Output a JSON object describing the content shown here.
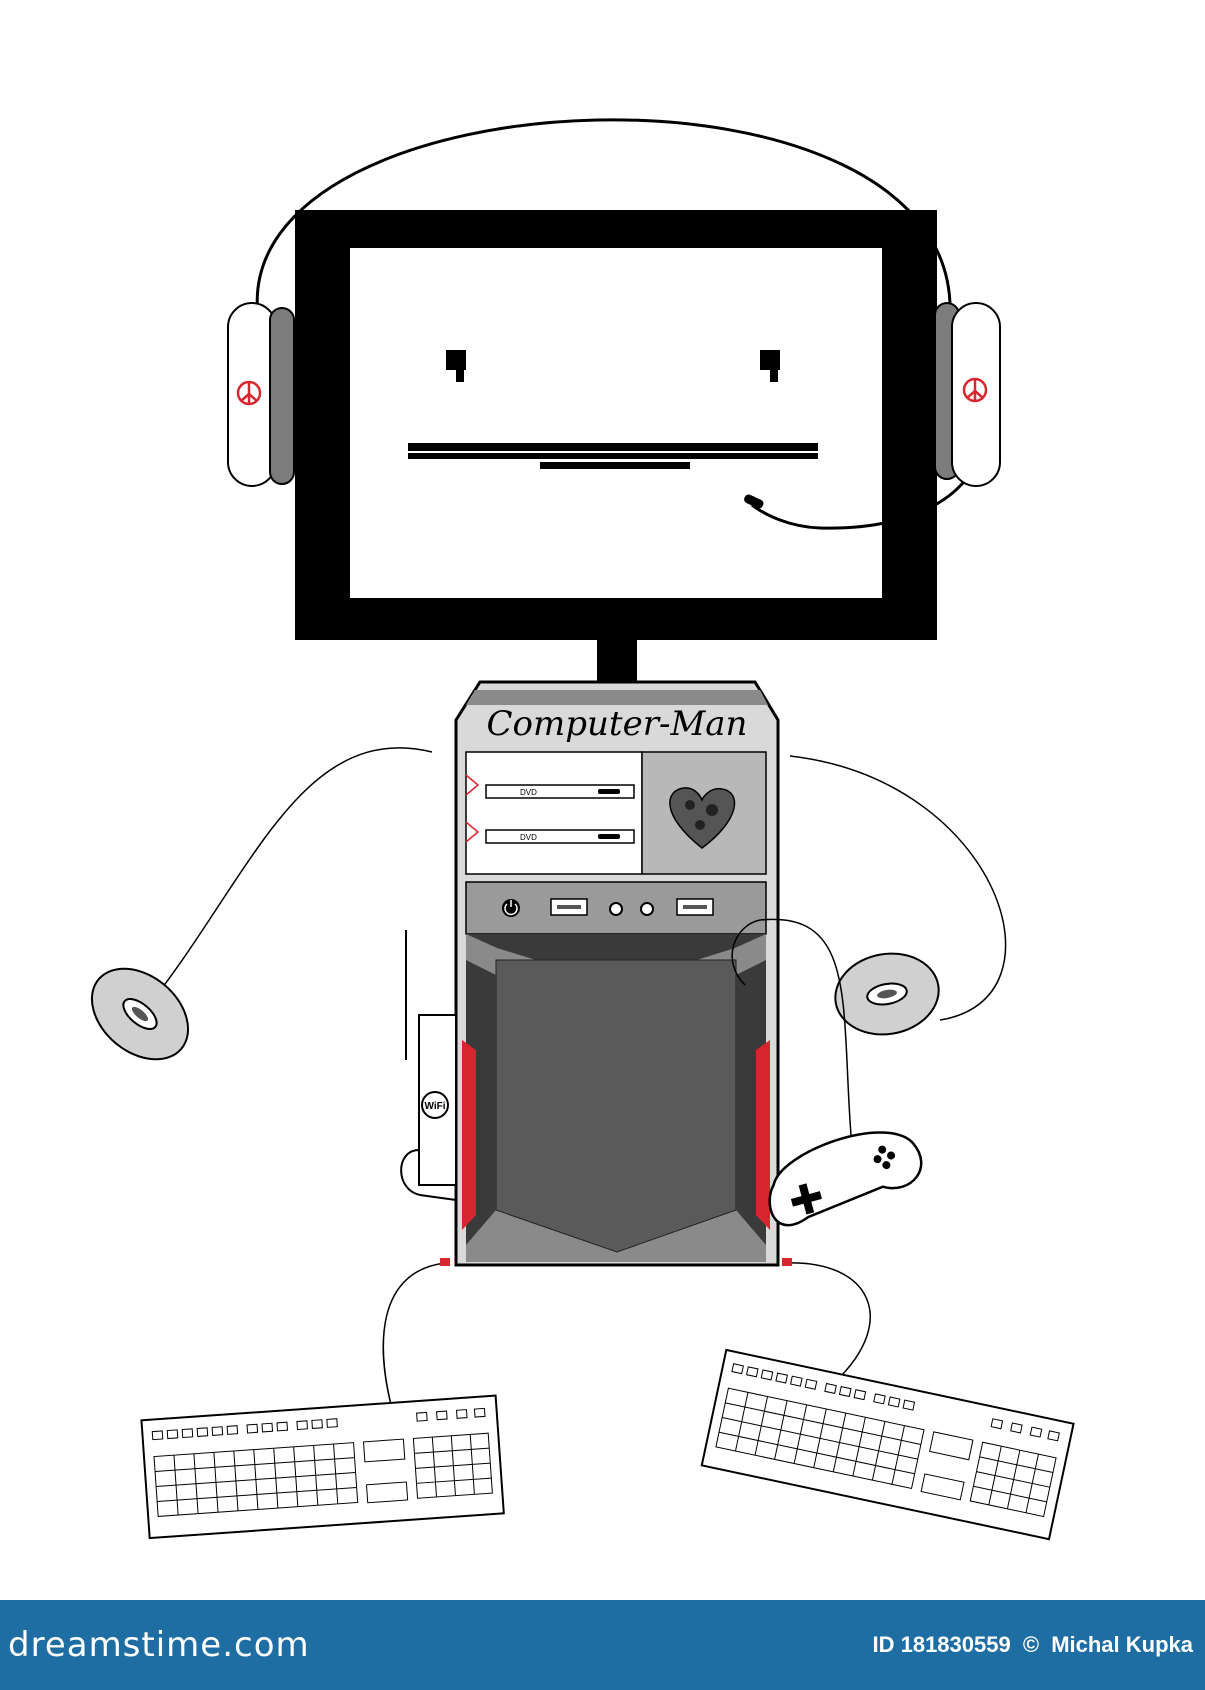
{
  "illustration": {
    "title": "Computer-Man",
    "drive_labels": [
      "DVD",
      "DVD"
    ],
    "wifi_label": "WiFi",
    "colors": {
      "outline": "#000000",
      "case_dark": "#3a3a3a",
      "case_mid": "#8a8a8a",
      "case_light": "#d9d9d9",
      "accent_red": "#d8262e",
      "screen": "#ffffff"
    },
    "icons": [
      "peace-icon",
      "power-icon",
      "heart-gears-icon",
      "wifi-icon",
      "gamepad-icon"
    ]
  },
  "footer": {
    "brand": "dreamstime.com",
    "id_text": "ID 181830559",
    "copyright": "©",
    "author": "Michal Kupka",
    "background": "#1f6ea3"
  }
}
